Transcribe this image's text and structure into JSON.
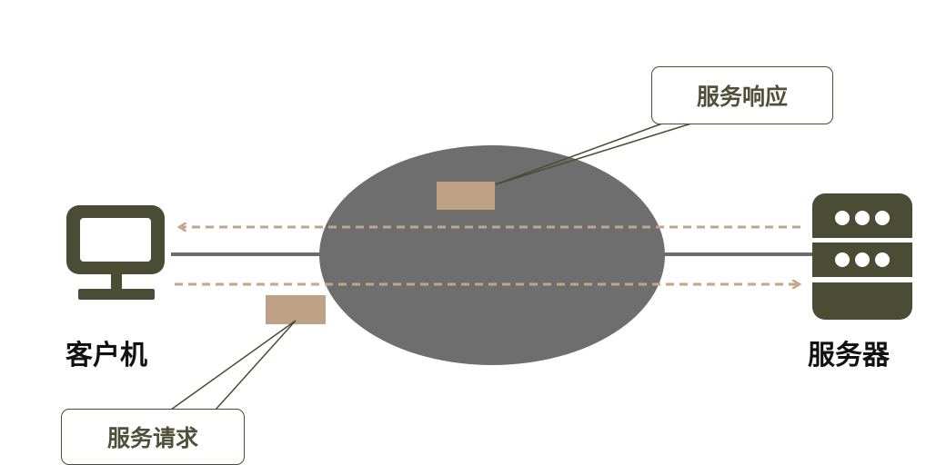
{
  "diagram": {
    "client_label": "客户机",
    "server_label": "服务器",
    "request_label": "服务请求",
    "response_label": "服务响应"
  },
  "colors": {
    "network": "#6e6e6e",
    "device": "#4a4d33",
    "packet": "#bfa286",
    "arrow": "#c4a58a",
    "link": "#6b6b6b"
  }
}
